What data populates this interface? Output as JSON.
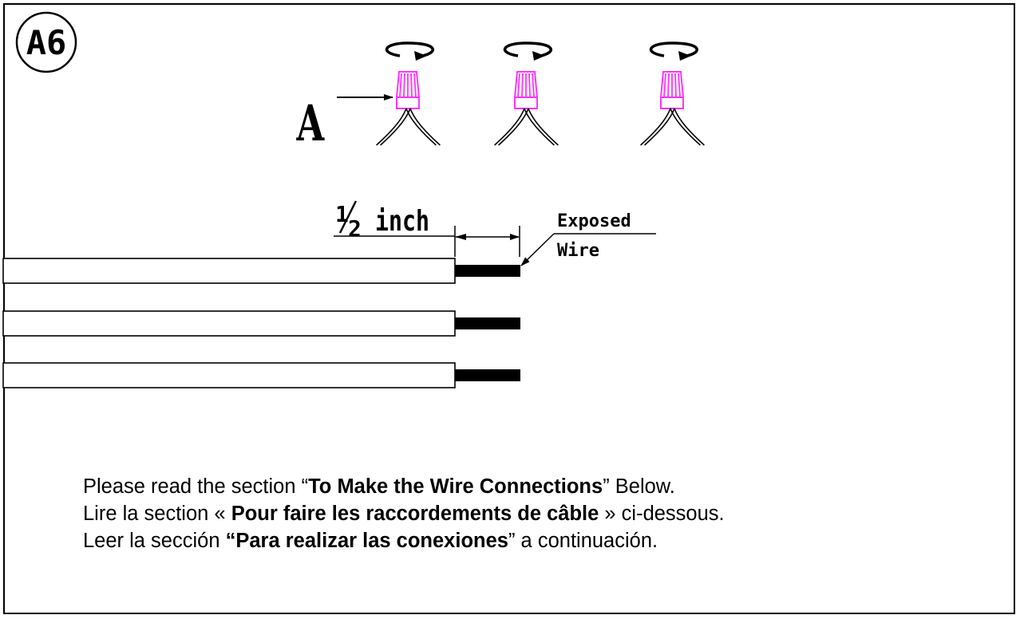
{
  "diagram": {
    "step_badge": "A6",
    "callout_letter": "A",
    "dimension": {
      "numerator": "1",
      "denominator": "2",
      "unit": "inch"
    },
    "exposed_label": {
      "line1": "Exposed",
      "line2": "Wire"
    },
    "connector_color": "#ff33ff",
    "wire_count": 3,
    "connector_count": 3
  },
  "instructions": {
    "en": {
      "before": "Please read the section “",
      "bold": "To Make the Wire Connections",
      "after": "” Below."
    },
    "fr": {
      "before": "Lire la section « ",
      "bold": "Pour faire les raccordements de câble",
      "after": " » ci-dessous."
    },
    "es": {
      "before": "Leer la sección ",
      "bold": "“Para realizar las conexiones",
      "after": "” a continuación."
    }
  }
}
